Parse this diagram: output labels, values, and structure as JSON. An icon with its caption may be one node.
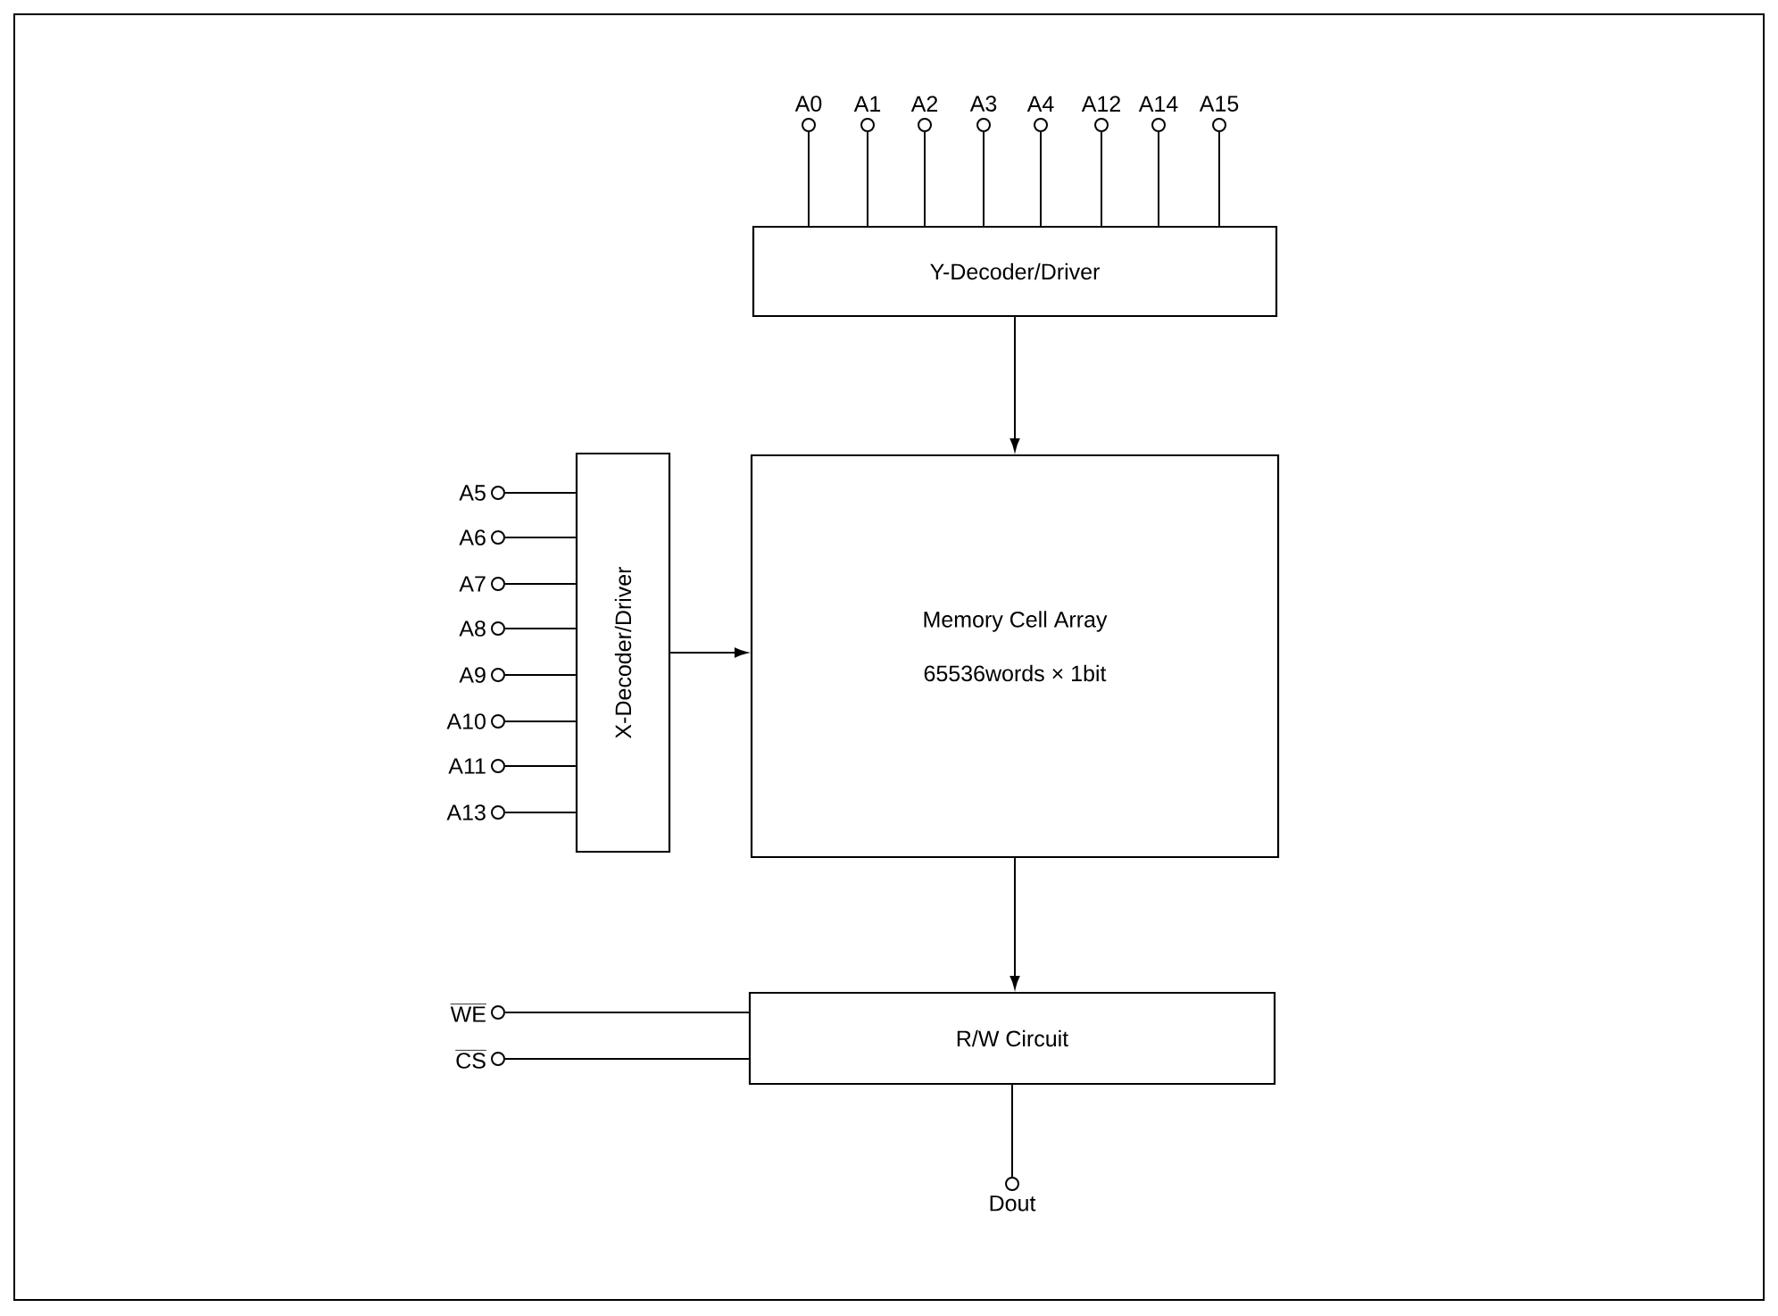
{
  "diagram": {
    "nodes": [
      {
        "text": [
          "A0"
        ]
      },
      {
        "text": [
          "A1"
        ]
      },
      {
        "text": [
          "A2"
        ]
      },
      {
        "text": [
          "A3"
        ]
      },
      {
        "text": [
          "A4"
        ]
      },
      {
        "text": [
          "A12"
        ]
      },
      {
        "text": [
          "A14"
        ]
      },
      {
        "text": [
          "A15"
        ]
      },
      {
        "text": [
          "Y-Decoder/Driver"
        ]
      },
      {
        "text": [
          "A5"
        ]
      },
      {
        "text": [
          "A6"
        ]
      },
      {
        "text": [
          "A7"
        ]
      },
      {
        "text": [
          "A8"
        ]
      },
      {
        "text": [
          "A9"
        ]
      },
      {
        "text": [
          "A10"
        ]
      },
      {
        "text": [
          "A11"
        ]
      },
      {
        "text": [
          "A13"
        ]
      },
      {
        "text": [
          "X-Decoder/Driver"
        ]
      },
      {
        "text": [
          "Memory Cell Array",
          "65536words × 1bit"
        ]
      },
      {
        "text": [
          "WE"
        ]
      },
      {
        "text": [
          "CS"
        ]
      },
      {
        "text": [
          "R/W Circuit"
        ]
      },
      {
        "text": [
          "Dout"
        ]
      }
    ],
    "edges": [
      {
        "from": 0,
        "to": 8,
        "arrow": "none"
      },
      {
        "from": 1,
        "to": 8,
        "arrow": "none"
      },
      {
        "from": 2,
        "to": 8,
        "arrow": "none"
      },
      {
        "from": 3,
        "to": 8,
        "arrow": "none"
      },
      {
        "from": 4,
        "to": 8,
        "arrow": "none"
      },
      {
        "from": 5,
        "to": 8,
        "arrow": "none"
      },
      {
        "from": 6,
        "to": 8,
        "arrow": "none"
      },
      {
        "from": 7,
        "to": 8,
        "arrow": "none"
      },
      {
        "from": 8,
        "to": 18,
        "arrow": "to"
      },
      {
        "from": 9,
        "to": 17,
        "arrow": "none"
      },
      {
        "from": 10,
        "to": 17,
        "arrow": "none"
      },
      {
        "from": 11,
        "to": 17,
        "arrow": "none"
      },
      {
        "from": 12,
        "to": 17,
        "arrow": "none"
      },
      {
        "from": 13,
        "to": 17,
        "arrow": "none"
      },
      {
        "from": 14,
        "to": 17,
        "arrow": "none"
      },
      {
        "from": 15,
        "to": 17,
        "arrow": "none"
      },
      {
        "from": 16,
        "to": 17,
        "arrow": "none"
      },
      {
        "from": 17,
        "to": 18,
        "arrow": "to"
      },
      {
        "from": 18,
        "to": 21,
        "arrow": "to"
      },
      {
        "from": 19,
        "to": 21,
        "arrow": "none"
      },
      {
        "from": 20,
        "to": 21,
        "arrow": "none"
      },
      {
        "from": 21,
        "to": 22,
        "arrow": "none"
      }
    ]
  }
}
